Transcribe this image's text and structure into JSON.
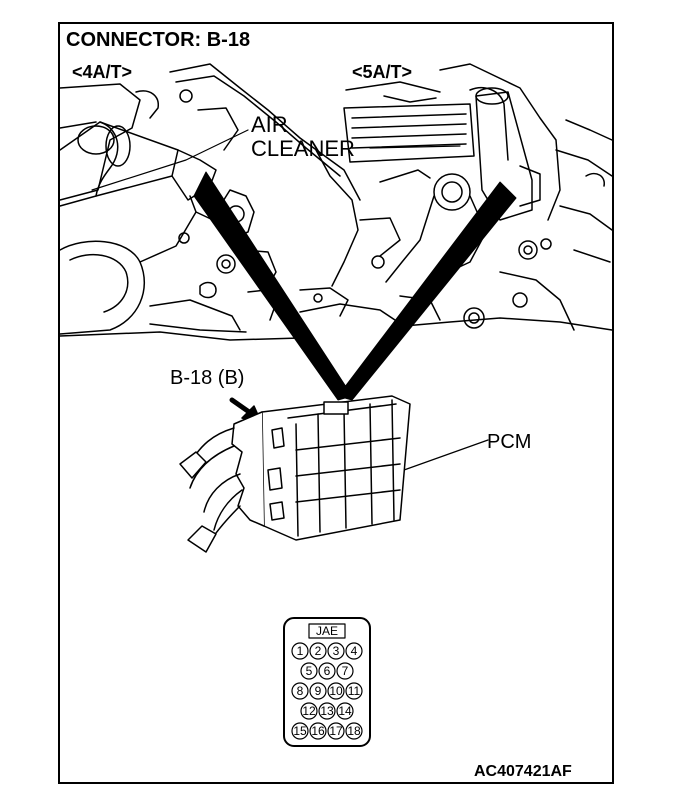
{
  "labels": {
    "title": "CONNECTOR: B-18",
    "left_variant": "<4A/T>",
    "right_variant": "<5A/T>",
    "air_line1": "AIR",
    "air_line2": "CLEANER",
    "connector_id": "B-18 (B)",
    "pcm": "PCM",
    "figure_id": "AC407421AF"
  },
  "connector": {
    "header": "JAE",
    "rows": [
      [
        "1",
        "2",
        "3",
        "4"
      ],
      [
        "5",
        "6",
        "7"
      ],
      [
        "8",
        "9",
        "10",
        "11"
      ],
      [
        "12",
        "13",
        "14"
      ],
      [
        "15",
        "16",
        "17",
        "18"
      ]
    ]
  }
}
